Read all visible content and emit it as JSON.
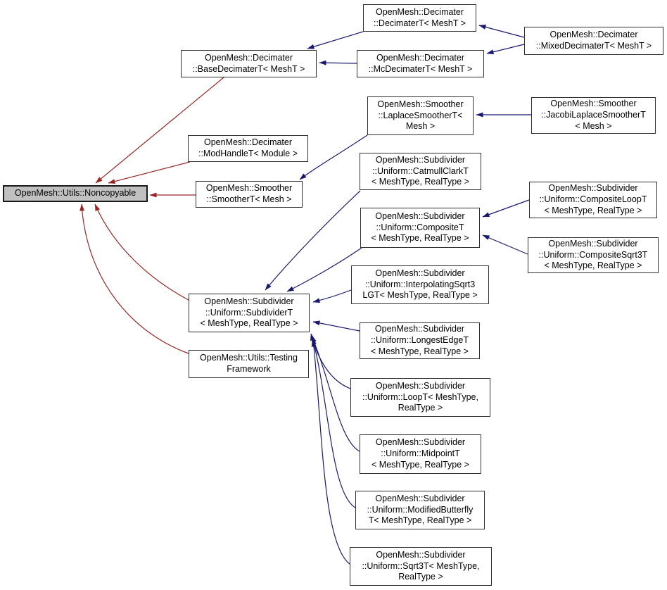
{
  "diagram": {
    "type": "class-inheritance-graph",
    "highlighted_node": "OpenMesh::Utils::Noncopyable",
    "colors": {
      "public_inheritance": "#191970",
      "private_inheritance": "#992626",
      "node_border": "#303030",
      "node_fill": "#ffffff",
      "highlight_fill": "#c0c0c0",
      "text": "#000000",
      "background": "#ffffff"
    },
    "nodes": [
      {
        "id": "noncopyable",
        "label": "OpenMesh::Utils::Noncopyable"
      },
      {
        "id": "base-decimater",
        "label": "OpenMesh::Decimater\n::BaseDecimaterT< MeshT >"
      },
      {
        "id": "decimater",
        "label": "OpenMesh::Decimater\n::DecimaterT< MeshT >"
      },
      {
        "id": "mc-decimater",
        "label": "OpenMesh::Decimater\n::McDecimaterT< MeshT >"
      },
      {
        "id": "mixed-decimater",
        "label": "OpenMesh::Decimater\n::MixedDecimaterT< MeshT >"
      },
      {
        "id": "laplace-smoother",
        "label": "OpenMesh::Smoother\n::LaplaceSmootherT<\nMesh >"
      },
      {
        "id": "jacobi-laplace",
        "label": "OpenMesh::Smoother\n::JacobiLaplaceSmootherT\n< Mesh >"
      },
      {
        "id": "mod-handle",
        "label": "OpenMesh::Decimater\n::ModHandleT< Module >"
      },
      {
        "id": "smoother",
        "label": "OpenMesh::Smoother\n::SmootherT< Mesh >"
      },
      {
        "id": "catmull-clark",
        "label": "OpenMesh::Subdivider\n::Uniform::CatmullClarkT\n< MeshType, RealType >"
      },
      {
        "id": "composite",
        "label": "OpenMesh::Subdivider\n::Uniform::CompositeT\n< MeshType, RealType >"
      },
      {
        "id": "composite-loop",
        "label": "OpenMesh::Subdivider\n::Uniform::CompositeLoopT\n< MeshType, RealType >"
      },
      {
        "id": "composite-sqrt3",
        "label": "OpenMesh::Subdivider\n::Uniform::CompositeSqrt3T\n< MeshType, RealType >"
      },
      {
        "id": "interpolating-sqrt3",
        "label": "OpenMesh::Subdivider\n::Uniform::InterpolatingSqrt3\nLGT< MeshType, RealType >"
      },
      {
        "id": "subdivider",
        "label": "OpenMesh::Subdivider\n::Uniform::SubdividerT\n< MeshType, RealType >"
      },
      {
        "id": "testing-framework",
        "label": "OpenMesh::Utils::Testing\nFramework"
      },
      {
        "id": "longest-edge",
        "label": "OpenMesh::Subdivider\n::Uniform::LongestEdgeT\n< MeshType, RealType >"
      },
      {
        "id": "loop",
        "label": "OpenMesh::Subdivider\n::Uniform::LoopT< MeshType,\nRealType >"
      },
      {
        "id": "midpoint",
        "label": "OpenMesh::Subdivider\n::Uniform::MidpointT\n< MeshType, RealType >"
      },
      {
        "id": "modified-butterfly",
        "label": "OpenMesh::Subdivider\n::Uniform::ModifiedButterfly\nT< MeshType, RealType >"
      },
      {
        "id": "sqrt3",
        "label": "OpenMesh::Subdivider\n::Uniform::Sqrt3T< MeshType,\nRealType >"
      }
    ],
    "edges": [
      {
        "from": "base-decimater",
        "to": "noncopyable",
        "relation": "private"
      },
      {
        "from": "mod-handle",
        "to": "noncopyable",
        "relation": "private"
      },
      {
        "from": "smoother",
        "to": "noncopyable",
        "relation": "private"
      },
      {
        "from": "subdivider",
        "to": "noncopyable",
        "relation": "private"
      },
      {
        "from": "testing-framework",
        "to": "noncopyable",
        "relation": "private"
      },
      {
        "from": "decimater",
        "to": "base-decimater",
        "relation": "public"
      },
      {
        "from": "mc-decimater",
        "to": "base-decimater",
        "relation": "public"
      },
      {
        "from": "mixed-decimater",
        "to": "decimater",
        "relation": "public"
      },
      {
        "from": "mixed-decimater",
        "to": "mc-decimater",
        "relation": "public"
      },
      {
        "from": "jacobi-laplace",
        "to": "laplace-smoother",
        "relation": "public"
      },
      {
        "from": "laplace-smoother",
        "to": "smoother",
        "relation": "public"
      },
      {
        "from": "catmull-clark",
        "to": "subdivider",
        "relation": "public"
      },
      {
        "from": "composite",
        "to": "subdivider",
        "relation": "public"
      },
      {
        "from": "composite-loop",
        "to": "composite",
        "relation": "public"
      },
      {
        "from": "composite-sqrt3",
        "to": "composite",
        "relation": "public"
      },
      {
        "from": "interpolating-sqrt3",
        "to": "subdivider",
        "relation": "public"
      },
      {
        "from": "longest-edge",
        "to": "subdivider",
        "relation": "public"
      },
      {
        "from": "loop",
        "to": "subdivider",
        "relation": "public"
      },
      {
        "from": "midpoint",
        "to": "subdivider",
        "relation": "public"
      },
      {
        "from": "modified-butterfly",
        "to": "subdivider",
        "relation": "public"
      },
      {
        "from": "sqrt3",
        "to": "subdivider",
        "relation": "public"
      }
    ]
  }
}
